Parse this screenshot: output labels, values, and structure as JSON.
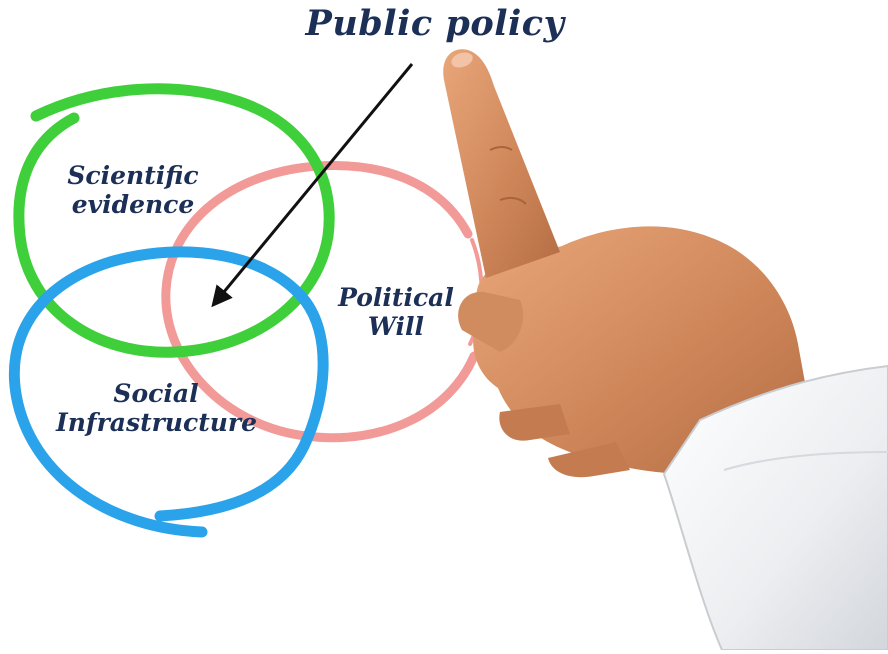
{
  "title": "Public policy",
  "circles": [
    {
      "id": "scientific",
      "lines": [
        "Scientific",
        "evidence"
      ],
      "color": "#3fcf3a"
    },
    {
      "id": "political",
      "lines": [
        "Political",
        "Will"
      ],
      "color": "#f29a98"
    },
    {
      "id": "social",
      "lines": [
        "Social",
        "Infrastructure"
      ],
      "color": "#2aa3ea"
    }
  ],
  "text_color": "#1b2f57",
  "arrow_color": "#111111",
  "illustration": "hand-pointing-finger"
}
